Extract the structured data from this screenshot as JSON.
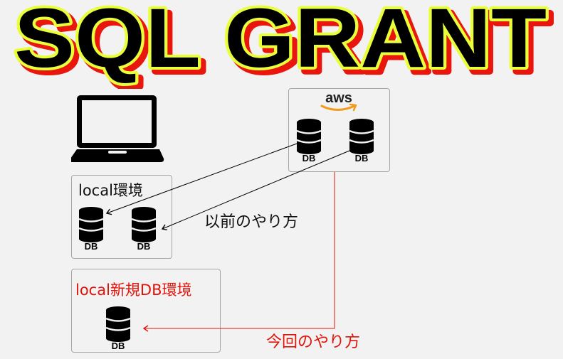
{
  "title": "SQL GRANT",
  "aws_logo_text": "aws",
  "local_env_label": "local環境",
  "new_env_label": "local新規DB環境",
  "prev_method_label": "以前のやり方",
  "current_method_label": "今回のやり方",
  "db_label": "DB",
  "colors": {
    "title_fill": "#000000",
    "title_outline": "#e8ff3a",
    "title_shadow": "#e8160c",
    "new_label": "#e0140b",
    "current_arrow": "#e0140b",
    "aws_smile": "#f29a1c",
    "box_border": "#a6a6a6"
  },
  "icons": [
    "laptop-icon",
    "aws-logo",
    "database-icon"
  ]
}
